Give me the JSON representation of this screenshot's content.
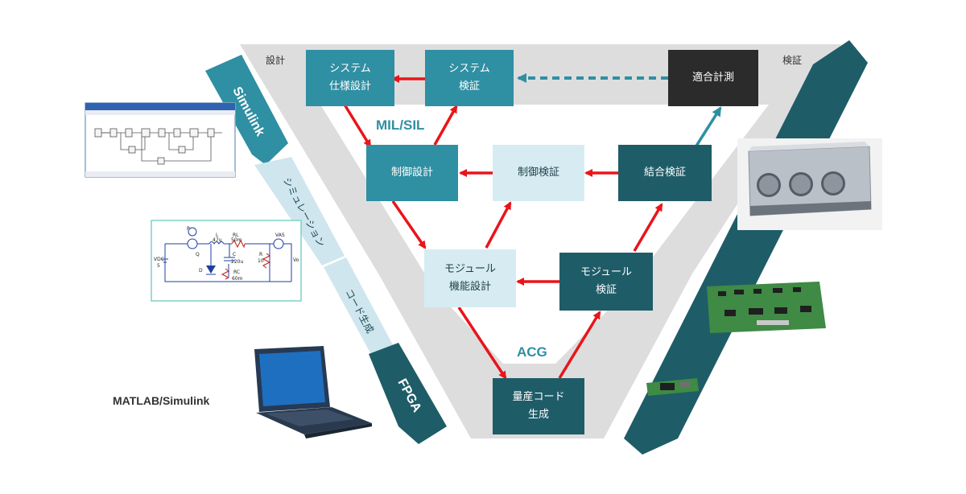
{
  "phases": {
    "design": "設計",
    "verify": "検証"
  },
  "labels": {
    "mil_sil": "MIL/SIL",
    "acg": "ACG",
    "matlab": "MATLAB/Simulink"
  },
  "bands": {
    "simulink": "Simulink",
    "simulation": "シミュレーション",
    "codegen": "コード生成",
    "fpga": "FPGA"
  },
  "boxes": {
    "system_spec": [
      "システム",
      "仕様設計"
    ],
    "system_verify": [
      "システム",
      "検証"
    ],
    "conformance": "適合計測",
    "control_design": "制御設計",
    "control_verify": "制御検証",
    "integration": "結合検証",
    "module_design": [
      "モジュール",
      "機能設計"
    ],
    "module_verify": [
      "モジュール",
      "検証"
    ],
    "codegen": [
      "量産コード",
      "生成"
    ]
  },
  "schematic": {
    "labels": [
      "P",
      "L",
      "47u",
      "RL",
      "50m",
      "VAS",
      "VDC",
      "5",
      "Q",
      "D",
      "C",
      "220u",
      "RC",
      "60m",
      "R",
      "10",
      "Vo"
    ]
  },
  "colors": {
    "teal_mid": "#2f8fa3",
    "teal_dark": "#1e5c68",
    "teal_light": "#d6ecf2",
    "arrow_red": "#e8151a",
    "grey_v": "#dddddd"
  }
}
